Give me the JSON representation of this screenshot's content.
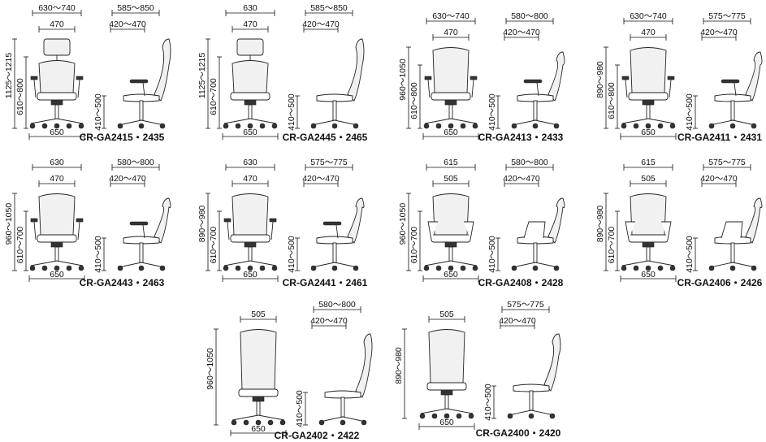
{
  "units": "mm",
  "chairs": [
    {
      "model": "CR-GA2415・2435",
      "front_width_range": "630〜740",
      "back_width": "470",
      "base_width": "650",
      "total_height": "1125〜1215",
      "seat_back_height": "610〜800",
      "side_depth_range": "585〜850",
      "seat_depth_range": "420〜470",
      "seat_height": "410〜500",
      "headrest": true,
      "arms": "adjustable"
    },
    {
      "model": "CR-GA2445・2465",
      "front_width_range": "630",
      "back_width": "470",
      "base_width": "650",
      "total_height": "1125〜1215",
      "seat_back_height": "610〜700",
      "side_depth_range": "585〜850",
      "seat_depth_range": "420〜470",
      "seat_height": "410〜500",
      "headrest": true,
      "arms": "none"
    },
    {
      "model": "CR-GA2413・2433",
      "front_width_range": "630〜740",
      "back_width": "470",
      "base_width": "650",
      "total_height": "960〜1050",
      "seat_back_height": "610〜800",
      "side_depth_range": "580〜800",
      "seat_depth_range": "420〜470",
      "seat_height": "410〜500",
      "headrest": false,
      "arms": "adjustable"
    },
    {
      "model": "CR-GA2411・2431",
      "front_width_range": "630〜740",
      "back_width": "470",
      "base_width": "650",
      "total_height": "890〜980",
      "seat_back_height": "610〜800",
      "side_depth_range": "575〜775",
      "seat_depth_range": "420〜470",
      "seat_height": "410〜500",
      "headrest": false,
      "arms": "adjustable"
    },
    {
      "model": "CR-GA2443・2463",
      "front_width_range": "630",
      "back_width": "470",
      "base_width": "650",
      "total_height": "960〜1050",
      "seat_back_height": "610〜700",
      "side_depth_range": "580〜800",
      "seat_depth_range": "420〜470",
      "seat_height": "410〜500",
      "headrest": false,
      "arms": "fixed"
    },
    {
      "model": "CR-GA2441・2461",
      "front_width_range": "630",
      "back_width": "470",
      "base_width": "650",
      "total_height": "890〜980",
      "seat_back_height": "610〜700",
      "side_depth_range": "575〜775",
      "seat_depth_range": "420〜470",
      "seat_height": "410〜500",
      "headrest": false,
      "arms": "fixed"
    },
    {
      "model": "CR-GA2408・2428",
      "front_width_range": "615",
      "back_width": "505",
      "base_width": "650",
      "total_height": "960〜1050",
      "seat_back_height": "610〜700",
      "side_depth_range": "580〜800",
      "seat_depth_range": "420〜470",
      "seat_height": "410〜500",
      "headrest": false,
      "arms": "loop"
    },
    {
      "model": "CR-GA2406・2426",
      "front_width_range": "615",
      "back_width": "505",
      "base_width": "650",
      "total_height": "890〜980",
      "seat_back_height": "610〜700",
      "side_depth_range": "575〜775",
      "seat_depth_range": "420〜470",
      "seat_height": "410〜500",
      "headrest": false,
      "arms": "loop"
    },
    {
      "model": "CR-GA2402・2422",
      "front_width_range": "",
      "back_width": "505",
      "base_width": "650",
      "total_height": "960〜1050",
      "seat_back_height": "",
      "side_depth_range": "580〜800",
      "seat_depth_range": "420〜470",
      "seat_height": "410〜500",
      "headrest": false,
      "arms": "none"
    },
    {
      "model": "CR-GA2400・2420",
      "front_width_range": "",
      "back_width": "505",
      "base_width": "650",
      "total_height": "890〜980",
      "seat_back_height": "",
      "side_depth_range": "575〜775",
      "seat_depth_range": "420〜470",
      "seat_height": "410〜500",
      "headrest": false,
      "arms": "none"
    }
  ]
}
